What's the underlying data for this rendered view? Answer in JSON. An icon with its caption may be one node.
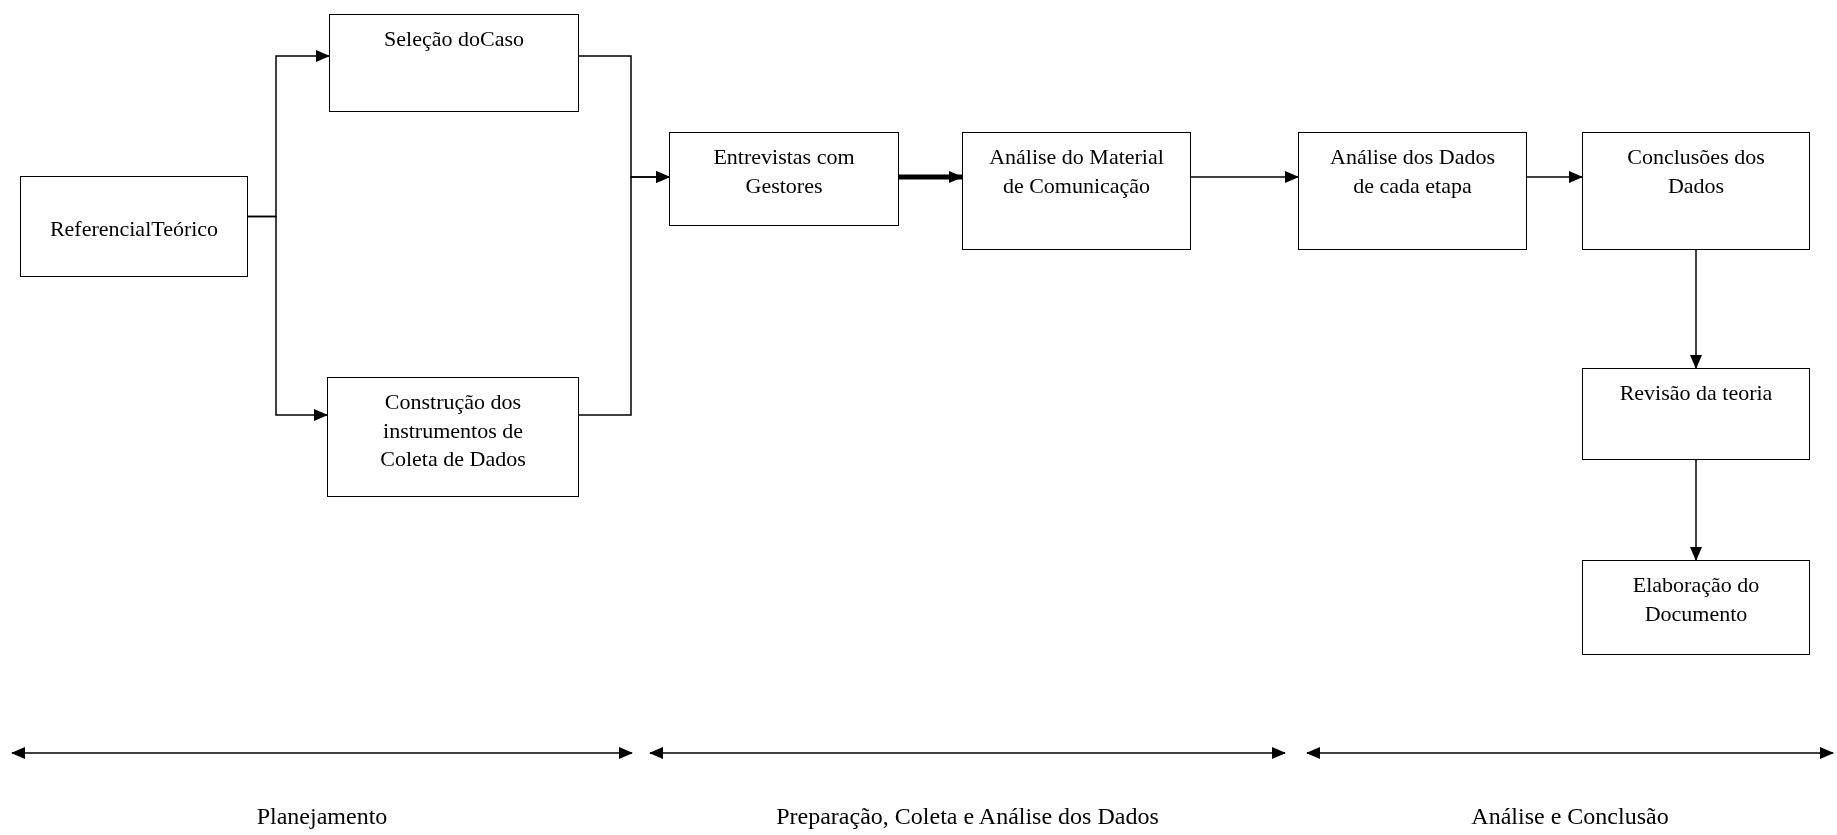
{
  "diagram": {
    "nodes": [
      {
        "text": [
          "ReferencialTeórico"
        ]
      },
      {
        "text": [
          "Seleção doCaso"
        ]
      },
      {
        "text": [
          "Construção dos instrumentos de Coleta de Dados"
        ]
      },
      {
        "text": [
          "Entrevistas com Gestores"
        ]
      },
      {
        "text": [
          "Análise do Material de Comunicação"
        ]
      },
      {
        "text": [
          "Análise dos Dados de cada etapa"
        ]
      },
      {
        "text": [
          "Conclusões dos Dados"
        ]
      },
      {
        "text": [
          "Revisão da teoria"
        ]
      },
      {
        "text": [
          "Elaboração do Documento"
        ]
      }
    ],
    "edges": [
      {
        "from": 0,
        "to": 1,
        "arrow": "to"
      },
      {
        "from": 0,
        "to": 2,
        "arrow": "to"
      },
      {
        "from": 1,
        "to": 3,
        "arrow": "to"
      },
      {
        "from": 2,
        "to": 3,
        "arrow": "to"
      },
      {
        "from": 3,
        "to": 4,
        "arrow": "to",
        "style": "thick"
      },
      {
        "from": 4,
        "to": 5,
        "arrow": "to"
      },
      {
        "from": 5,
        "to": 6,
        "arrow": "to"
      },
      {
        "from": 6,
        "to": 7,
        "arrow": "to"
      },
      {
        "from": 7,
        "to": 8,
        "arrow": "to"
      }
    ],
    "labels": [
      "Planejamento",
      "Preparação, Coleta e Análise dos Dados",
      "Análise e Conclusão"
    ]
  }
}
